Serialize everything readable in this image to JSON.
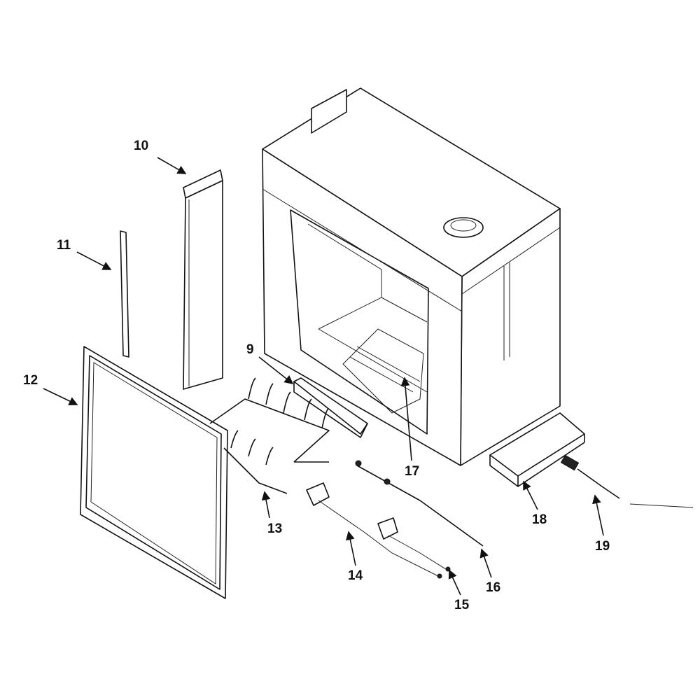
{
  "diagram": {
    "type": "exploded-parts-view",
    "callouts": [
      {
        "id": "label-9",
        "text": "9"
      },
      {
        "id": "label-10",
        "text": "10"
      },
      {
        "id": "label-11",
        "text": "11"
      },
      {
        "id": "label-12",
        "text": "12"
      },
      {
        "id": "label-13",
        "text": "13"
      },
      {
        "id": "label-14",
        "text": "14"
      },
      {
        "id": "label-15",
        "text": "15"
      },
      {
        "id": "label-16",
        "text": "16"
      },
      {
        "id": "label-17",
        "text": "17"
      },
      {
        "id": "label-18",
        "text": "18"
      },
      {
        "id": "label-19",
        "text": "19"
      }
    ]
  }
}
